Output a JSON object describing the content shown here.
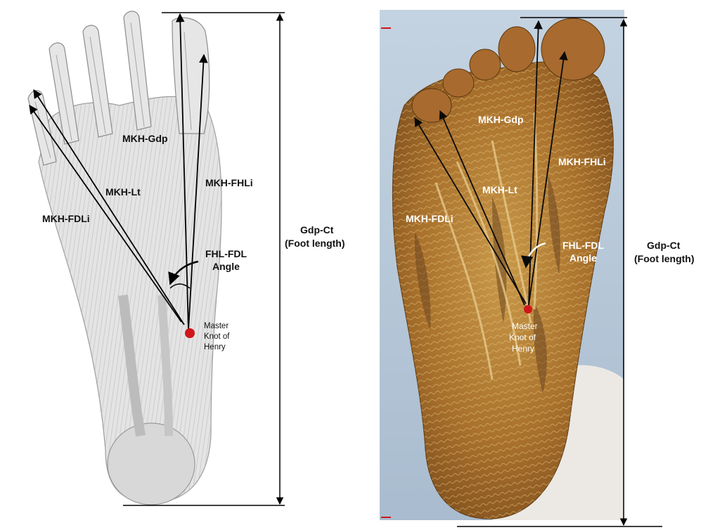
{
  "left_panel": {
    "measure_labels": {
      "gdp": "MKH-Gdp",
      "lt": "MKH-Lt",
      "fhli": "MKH-FHLi",
      "fdli": "MKH-FDLi"
    },
    "angle_label": {
      "line1": "FHL-FDL",
      "line2": "Angle"
    },
    "point_label": {
      "line1": "Master",
      "line2": "Knot of",
      "line3": "Henry"
    },
    "length_label": {
      "line1": "Gdp-Ct",
      "line2": "(Foot length)"
    }
  },
  "right_panel": {
    "measure_labels": {
      "gdp": "MKH-Gdp",
      "lt": "MKH-Lt",
      "fhli": "MKH-FHLi",
      "fdli": "MKH-FDLi"
    },
    "angle_label": {
      "line1": "FHL-FDL",
      "line2": "Angle"
    },
    "point_label": {
      "line1": "Master",
      "line2": "Knot of",
      "line3": "Henry"
    },
    "length_label": {
      "line1": "Gdp-Ct",
      "line2": "(Foot length)"
    }
  },
  "colors": {
    "marker": "#d0151b",
    "arrow_left": "#000000",
    "arrow_right": "#0a0a0a",
    "sketch_fill": "#e4e4e4",
    "specimen_fill": "#a8702c",
    "photo_background": "#b9c9d8"
  }
}
